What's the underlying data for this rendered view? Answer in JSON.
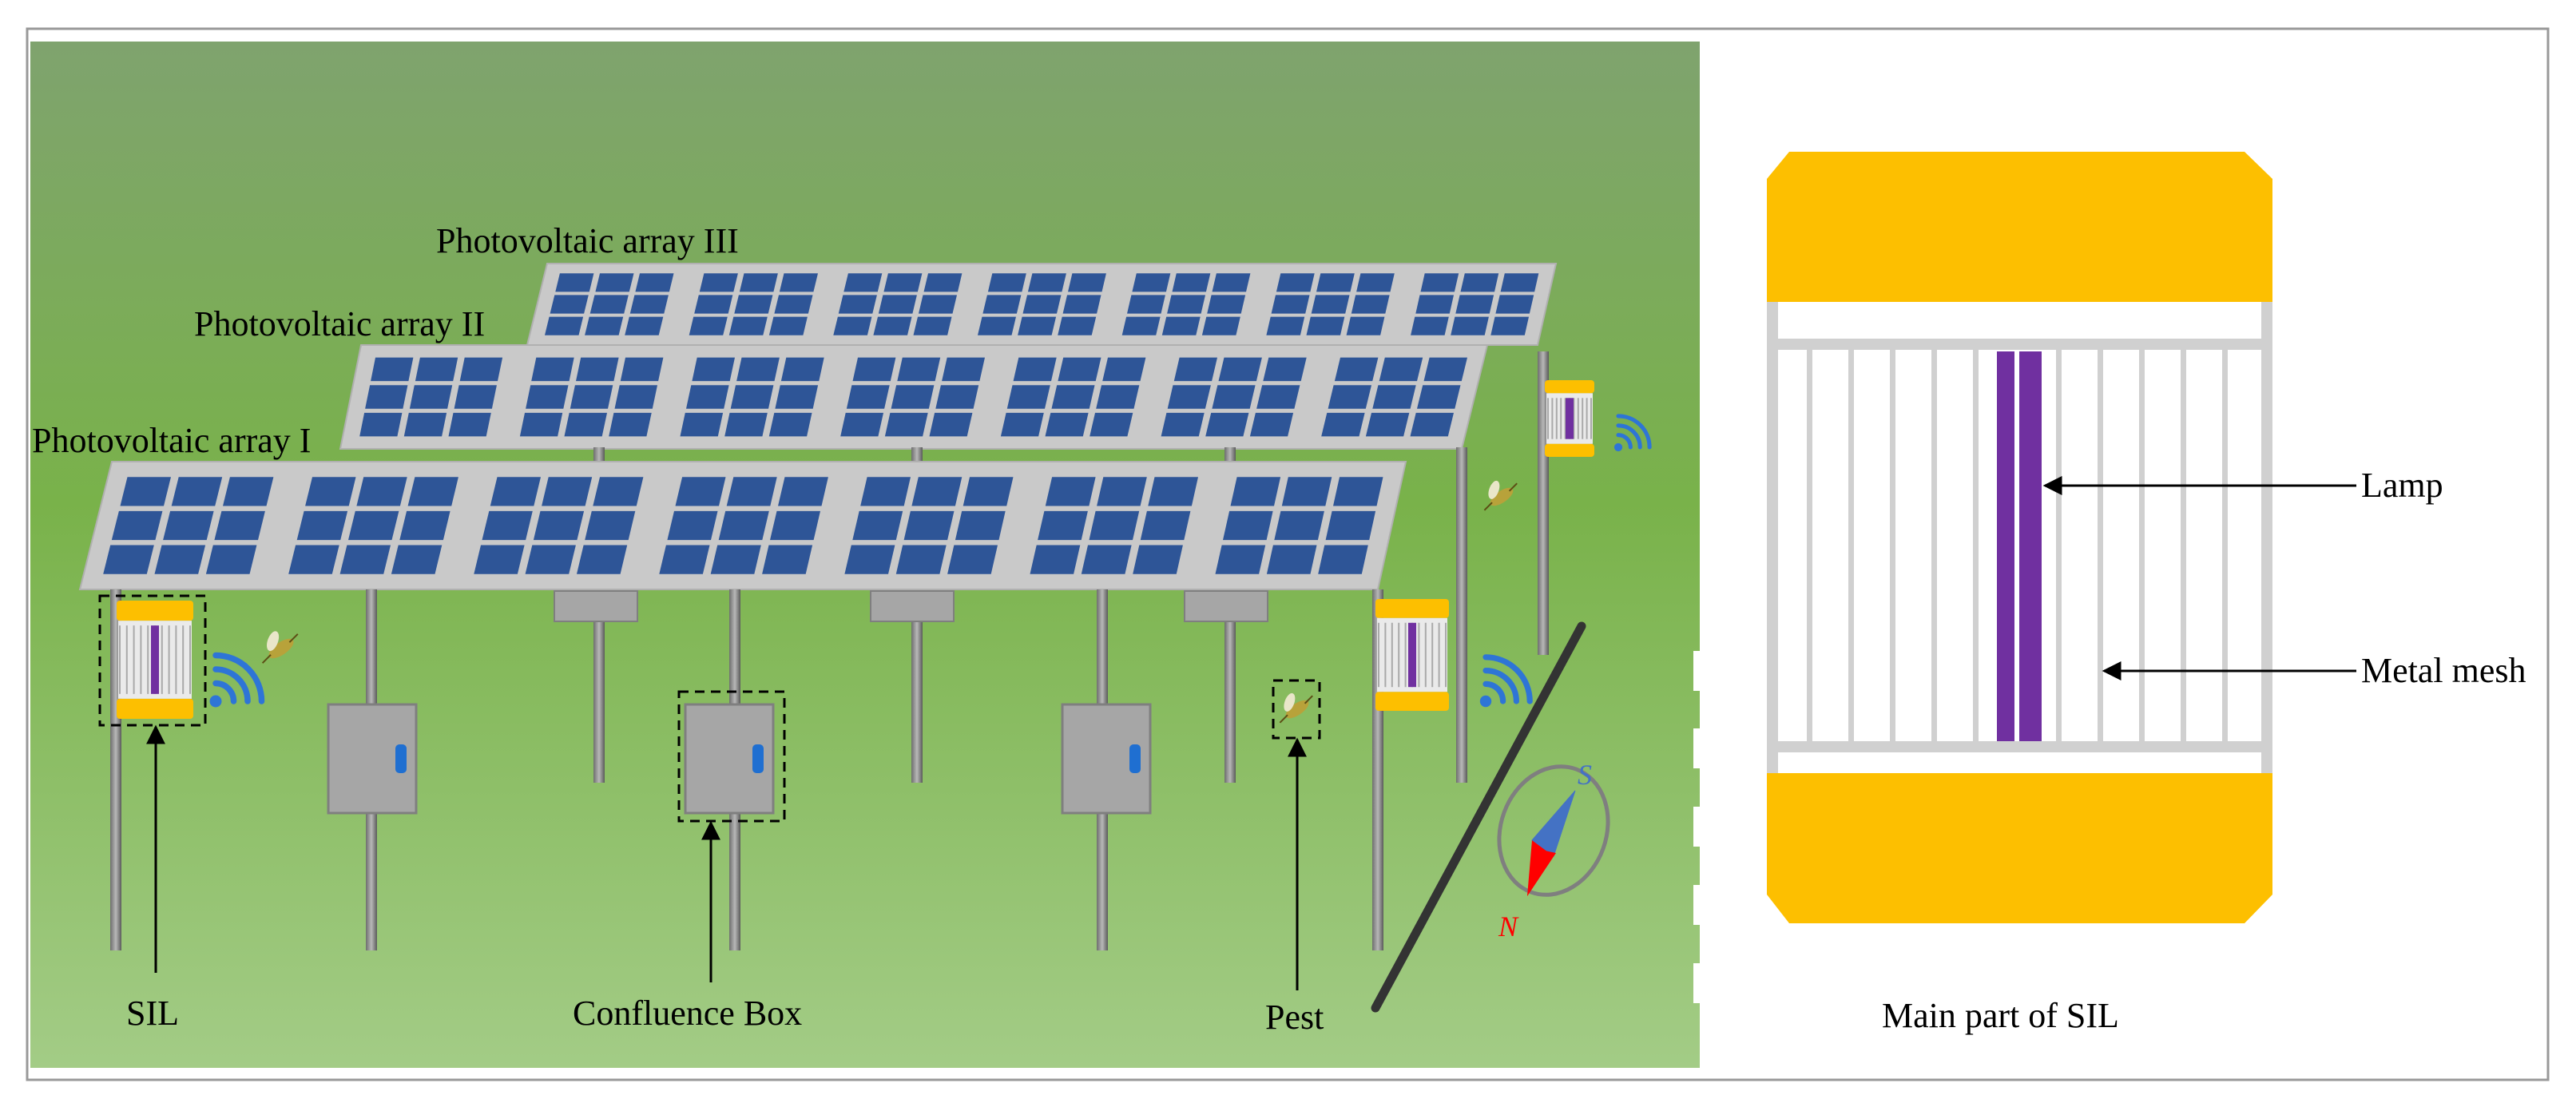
{
  "labels": {
    "array_1": "Photovoltaic array I",
    "array_2": "Photovoltaic array II",
    "array_3": "Photovoltaic array III",
    "sil": "SIL",
    "confluence_box": "Confluence Box",
    "pest": "Pest",
    "lamp": "Lamp",
    "metal_mesh": "Metal mesh",
    "main_part": "Main part of SIL"
  },
  "compass": {
    "south": "S",
    "north": "N"
  },
  "colors": {
    "grass_top": "#7fa36e",
    "grass_mid": "#79b24a",
    "grass_bottom": "#a3cc86",
    "panel_frame": "#c9c9c9",
    "cell_blue": "#2e5597",
    "lamp_yellow": "#fdbf00",
    "lamp_purple": "#7030a0",
    "mesh_gray": "#d0d0d0",
    "box_gray": "#a6a6a6",
    "wifi_blue": "#2e75d6",
    "compass_red": "#ff0000",
    "compass_blue": "#4472c4"
  },
  "icons": [
    "wifi-icon",
    "pest-insect-icon",
    "compass-icon",
    "arrow-icon"
  ]
}
